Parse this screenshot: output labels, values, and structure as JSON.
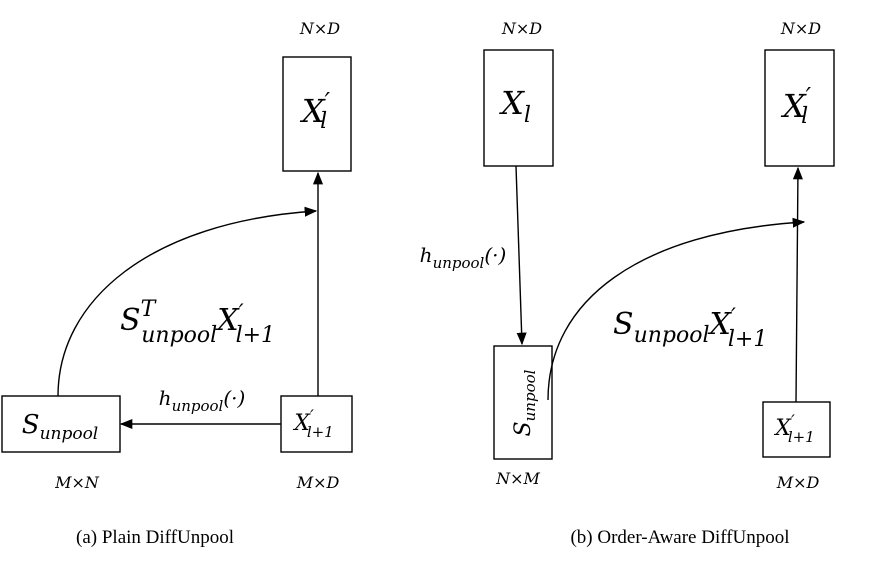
{
  "panel_a": {
    "caption": "(a) Plain DiffUnpool",
    "top_box": {
      "label": "X",
      "sub": "l",
      "prime": "′",
      "dims": "N×D"
    },
    "left_box": {
      "label": "S",
      "sub": "unpool",
      "dims": "M×N"
    },
    "right_box": {
      "label": "X",
      "sub": "l+1",
      "prime": "′",
      "dims": "M×D"
    },
    "arrow_label": {
      "h": "h",
      "sub": "unpool",
      "arg": "(·)"
    },
    "curve_label": {
      "S": "S",
      "sup": "T",
      "sub": "unpool",
      "X": "X",
      "prime": "′",
      "xsub": "l+1"
    }
  },
  "panel_b": {
    "caption": "(b) Order-Aware DiffUnpool",
    "left_top_box": {
      "label": "X",
      "sub": "l",
      "dims": "N×D"
    },
    "right_top_box": {
      "label": "X",
      "sub": "l",
      "prime": "′",
      "dims": "N×D"
    },
    "s_box": {
      "label": "S",
      "sub": "unpool",
      "dims": "N×M"
    },
    "x_box": {
      "label": "X",
      "sub": "l+1",
      "prime": "′",
      "dims": "M×D"
    },
    "arrow_label": {
      "h": "h",
      "sub": "unpool",
      "arg": "(·)"
    },
    "curve_label": {
      "S": "S",
      "sub": "unpool",
      "X": "X",
      "prime": "′",
      "xsub": "l+1"
    }
  }
}
